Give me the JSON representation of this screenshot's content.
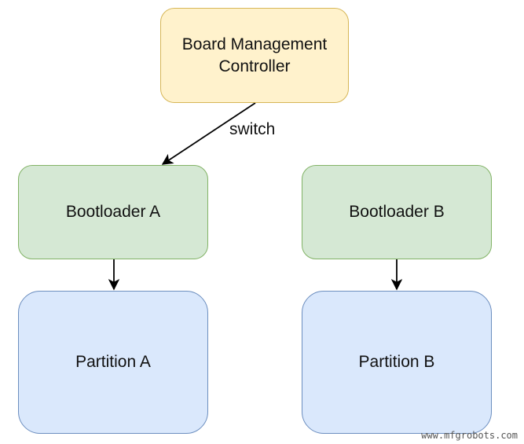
{
  "nodes": {
    "bmc": {
      "line1": "Board Management",
      "line2": "Controller",
      "fill": "#fff2cc",
      "stroke": "#d6b656"
    },
    "bootloader_a": {
      "label": "Bootloader A",
      "fill": "#d5e8d4",
      "stroke": "#82b366"
    },
    "bootloader_b": {
      "label": "Bootloader B",
      "fill": "#d5e8d4",
      "stroke": "#82b366"
    },
    "partition_a": {
      "label": "Partition A",
      "fill": "#dae8fc",
      "stroke": "#6c8ebf"
    },
    "partition_b": {
      "label": "Partition B",
      "fill": "#dae8fc",
      "stroke": "#6c8ebf"
    }
  },
  "edges": [
    {
      "from": "bmc",
      "to": "bootloader_a",
      "label": "switch"
    },
    {
      "from": "bootloader_a",
      "to": "partition_a"
    },
    {
      "from": "bootloader_b",
      "to": "partition_b"
    }
  ],
  "edge_labels": {
    "switch": "switch"
  },
  "watermark": "www.mfgrobots.com",
  "colors": {
    "edge": "#000000"
  }
}
